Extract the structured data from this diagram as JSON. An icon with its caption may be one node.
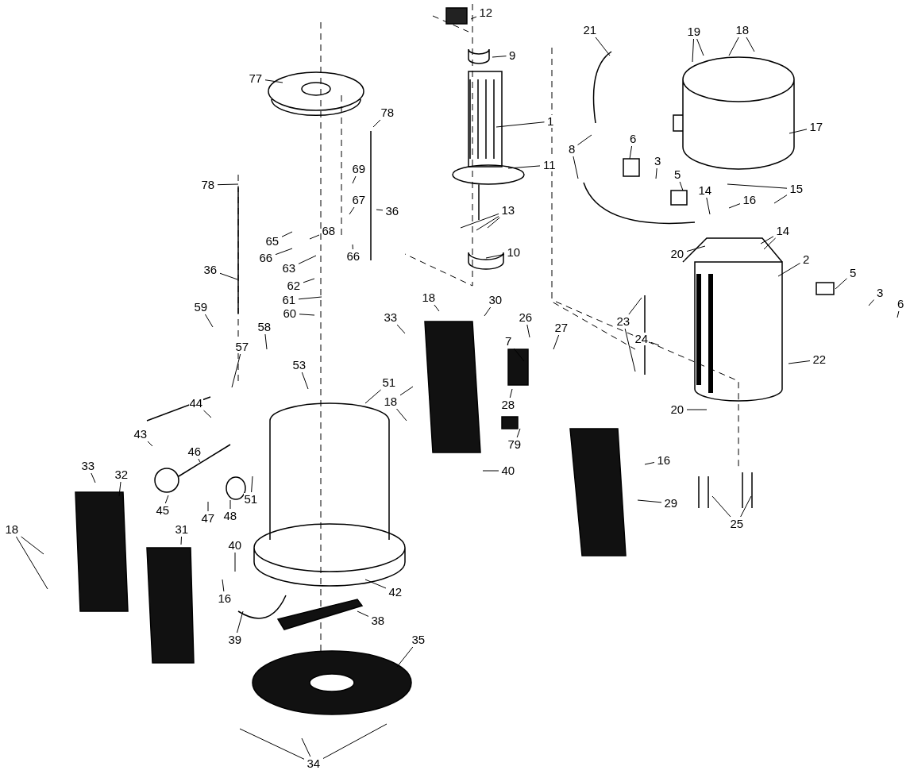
{
  "diagram": {
    "nodes": [
      {
        "text": [
          "12"
        ]
      },
      {
        "text": [
          "9"
        ]
      },
      {
        "text": [
          "77"
        ]
      },
      {
        "text": [
          "1"
        ]
      },
      {
        "text": [
          "78"
        ]
      },
      {
        "text": [
          "11"
        ]
      },
      {
        "text": [
          "69"
        ]
      },
      {
        "text": [
          "78"
        ]
      },
      {
        "text": [
          "67"
        ]
      },
      {
        "text": [
          "36"
        ]
      },
      {
        "text": [
          "68"
        ]
      },
      {
        "text": [
          "65"
        ]
      },
      {
        "text": [
          "66"
        ]
      },
      {
        "text": [
          "66"
        ]
      },
      {
        "text": [
          "63"
        ]
      },
      {
        "text": [
          "36"
        ]
      },
      {
        "text": [
          "62"
        ]
      },
      {
        "text": [
          "61"
        ]
      },
      {
        "text": [
          "60"
        ]
      },
      {
        "text": [
          "59"
        ]
      },
      {
        "text": [
          "58"
        ]
      },
      {
        "text": [
          "57"
        ]
      },
      {
        "text": [
          "53"
        ]
      },
      {
        "text": [
          "51"
        ]
      },
      {
        "text": [
          "44"
        ]
      },
      {
        "text": [
          "43"
        ]
      },
      {
        "text": [
          "46"
        ]
      },
      {
        "text": [
          "45"
        ]
      },
      {
        "text": [
          "47"
        ]
      },
      {
        "text": [
          "48"
        ]
      },
      {
        "text": [
          "51"
        ]
      },
      {
        "text": [
          "33"
        ]
      },
      {
        "text": [
          "32"
        ]
      },
      {
        "text": [
          "18"
        ]
      },
      {
        "text": [
          "31"
        ]
      },
      {
        "text": [
          "40"
        ]
      },
      {
        "text": [
          "16"
        ]
      },
      {
        "text": [
          "42"
        ]
      },
      {
        "text": [
          "38"
        ]
      },
      {
        "text": [
          "39"
        ]
      },
      {
        "text": [
          "35"
        ]
      },
      {
        "text": [
          "34"
        ]
      },
      {
        "text": [
          "18"
        ]
      },
      {
        "text": [
          "33"
        ]
      },
      {
        "text": [
          "30"
        ]
      },
      {
        "text": [
          "18"
        ]
      },
      {
        "text": [
          "26"
        ]
      },
      {
        "text": [
          "7"
        ]
      },
      {
        "text": [
          "27"
        ]
      },
      {
        "text": [
          "28"
        ]
      },
      {
        "text": [
          "79"
        ]
      },
      {
        "text": [
          "40"
        ]
      },
      {
        "text": [
          "16"
        ]
      },
      {
        "text": [
          "29"
        ]
      },
      {
        "text": [
          "21"
        ]
      },
      {
        "text": [
          "19"
        ]
      },
      {
        "text": [
          "18"
        ]
      },
      {
        "text": [
          "17"
        ]
      },
      {
        "text": [
          "8"
        ]
      },
      {
        "text": [
          "6"
        ]
      },
      {
        "text": [
          "3"
        ]
      },
      {
        "text": [
          "5"
        ]
      },
      {
        "text": [
          "14"
        ]
      },
      {
        "text": [
          "16"
        ]
      },
      {
        "text": [
          "15"
        ]
      },
      {
        "text": [
          "14"
        ]
      },
      {
        "text": [
          "20"
        ]
      },
      {
        "text": [
          "10"
        ]
      },
      {
        "text": [
          "13"
        ]
      },
      {
        "text": [
          "2"
        ]
      },
      {
        "text": [
          "5"
        ]
      },
      {
        "text": [
          "3"
        ]
      },
      {
        "text": [
          "6"
        ]
      },
      {
        "text": [
          "23"
        ]
      },
      {
        "text": [
          "24"
        ]
      },
      {
        "text": [
          "22"
        ]
      },
      {
        "text": [
          "20"
        ]
      },
      {
        "text": [
          "25"
        ]
      }
    ],
    "edges": [
      {
        "from": 0,
        "to": null,
        "arrow": "none"
      },
      {
        "from": 1,
        "to": null,
        "arrow": "none"
      },
      {
        "from": 2,
        "to": null,
        "arrow": "none"
      },
      {
        "from": 3,
        "to": null,
        "arrow": "none"
      },
      {
        "from": 4,
        "to": null,
        "arrow": "none"
      },
      {
        "from": 5,
        "to": null,
        "arrow": "none"
      },
      {
        "from": 6,
        "to": null,
        "arrow": "none"
      },
      {
        "from": 7,
        "to": null,
        "arrow": "none"
      },
      {
        "from": 8,
        "to": null,
        "arrow": "none"
      },
      {
        "from": 9,
        "to": null,
        "arrow": "none"
      },
      {
        "from": 10,
        "to": null,
        "arrow": "none"
      },
      {
        "from": 11,
        "to": null,
        "arrow": "none"
      },
      {
        "from": 12,
        "to": null,
        "arrow": "none"
      },
      {
        "from": 13,
        "to": null,
        "arrow": "none"
      },
      {
        "from": 14,
        "to": null,
        "arrow": "none"
      },
      {
        "from": 15,
        "to": null,
        "arrow": "none"
      },
      {
        "from": 16,
        "to": null,
        "arrow": "none"
      },
      {
        "from": 17,
        "to": null,
        "arrow": "none"
      },
      {
        "from": 18,
        "to": null,
        "arrow": "none"
      },
      {
        "from": 19,
        "to": null,
        "arrow": "none"
      },
      {
        "from": 20,
        "to": null,
        "arrow": "none"
      },
      {
        "from": 21,
        "to": null,
        "arrow": "none"
      },
      {
        "from": 22,
        "to": null,
        "arrow": "none"
      },
      {
        "from": 23,
        "to": null,
        "arrow": "none"
      },
      {
        "from": 24,
        "to": null,
        "arrow": "none"
      },
      {
        "from": 25,
        "to": null,
        "arrow": "none"
      },
      {
        "from": 26,
        "to": null,
        "arrow": "none"
      },
      {
        "from": 27,
        "to": null,
        "arrow": "none"
      },
      {
        "from": 28,
        "to": null,
        "arrow": "none"
      },
      {
        "from": 29,
        "to": null,
        "arrow": "none"
      },
      {
        "from": 30,
        "to": null,
        "arrow": "none"
      },
      {
        "from": 31,
        "to": null,
        "arrow": "none"
      },
      {
        "from": 32,
        "to": null,
        "arrow": "none"
      },
      {
        "from": 33,
        "to": null,
        "arrow": "none"
      },
      {
        "from": 33,
        "to": null,
        "arrow": "none"
      },
      {
        "from": 34,
        "to": null,
        "arrow": "none"
      },
      {
        "from": 35,
        "to": null,
        "arrow": "none"
      },
      {
        "from": 36,
        "to": null,
        "arrow": "none"
      },
      {
        "from": 37,
        "to": null,
        "arrow": "none"
      },
      {
        "from": 38,
        "to": null,
        "arrow": "none"
      },
      {
        "from": 39,
        "to": null,
        "arrow": "none"
      },
      {
        "from": 40,
        "to": null,
        "arrow": "none"
      },
      {
        "from": 41,
        "to": null,
        "arrow": "none"
      },
      {
        "from": 41,
        "to": null,
        "arrow": "none"
      },
      {
        "from": 41,
        "to": null,
        "arrow": "none"
      },
      {
        "from": 42,
        "to": null,
        "arrow": "none"
      },
      {
        "from": 43,
        "to": null,
        "arrow": "none"
      },
      {
        "from": 44,
        "to": null,
        "arrow": "none"
      },
      {
        "from": 45,
        "to": null,
        "arrow": "none"
      },
      {
        "from": 45,
        "to": null,
        "arrow": "none"
      },
      {
        "from": 46,
        "to": null,
        "arrow": "none"
      },
      {
        "from": 47,
        "to": null,
        "arrow": "none"
      },
      {
        "from": 48,
        "to": null,
        "arrow": "none"
      },
      {
        "from": 49,
        "to": null,
        "arrow": "none"
      },
      {
        "from": 50,
        "to": null,
        "arrow": "none"
      },
      {
        "from": 51,
        "to": null,
        "arrow": "none"
      },
      {
        "from": 52,
        "to": null,
        "arrow": "none"
      },
      {
        "from": 53,
        "to": null,
        "arrow": "none"
      },
      {
        "from": 54,
        "to": null,
        "arrow": "none"
      },
      {
        "from": 55,
        "to": null,
        "arrow": "none"
      },
      {
        "from": 55,
        "to": null,
        "arrow": "none"
      },
      {
        "from": 56,
        "to": null,
        "arrow": "none"
      },
      {
        "from": 56,
        "to": null,
        "arrow": "none"
      },
      {
        "from": 57,
        "to": null,
        "arrow": "none"
      },
      {
        "from": 58,
        "to": null,
        "arrow": "none"
      },
      {
        "from": 58,
        "to": null,
        "arrow": "none"
      },
      {
        "from": 59,
        "to": null,
        "arrow": "none"
      },
      {
        "from": 60,
        "to": null,
        "arrow": "none"
      },
      {
        "from": 61,
        "to": null,
        "arrow": "none"
      },
      {
        "from": 62,
        "to": null,
        "arrow": "none"
      },
      {
        "from": 63,
        "to": null,
        "arrow": "none"
      },
      {
        "from": 64,
        "to": null,
        "arrow": "none"
      },
      {
        "from": 64,
        "to": null,
        "arrow": "none"
      },
      {
        "from": 65,
        "to": null,
        "arrow": "none"
      },
      {
        "from": 65,
        "to": null,
        "arrow": "none"
      },
      {
        "from": 66,
        "to": null,
        "arrow": "none"
      },
      {
        "from": 67,
        "to": null,
        "arrow": "none"
      },
      {
        "from": 68,
        "to": null,
        "arrow": "none"
      },
      {
        "from": 68,
        "to": null,
        "arrow": "none"
      },
      {
        "from": 68,
        "to": null,
        "arrow": "none"
      },
      {
        "from": 69,
        "to": null,
        "arrow": "none"
      },
      {
        "from": 70,
        "to": null,
        "arrow": "none"
      },
      {
        "from": 71,
        "to": null,
        "arrow": "none"
      },
      {
        "from": 72,
        "to": null,
        "arrow": "none"
      },
      {
        "from": 73,
        "to": null,
        "arrow": "none"
      },
      {
        "from": 73,
        "to": null,
        "arrow": "none"
      },
      {
        "from": 74,
        "to": null,
        "arrow": "none"
      },
      {
        "from": 75,
        "to": null,
        "arrow": "none"
      },
      {
        "from": 76,
        "to": null,
        "arrow": "none"
      },
      {
        "from": 77,
        "to": null,
        "arrow": "none"
      },
      {
        "from": 77,
        "to": null,
        "arrow": "none"
      }
    ]
  }
}
